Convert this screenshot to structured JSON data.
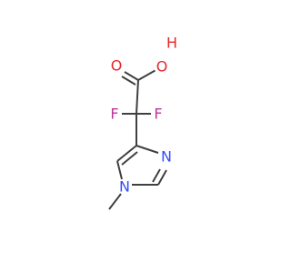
{
  "molecule": {
    "colors": {
      "bond": "#404040",
      "oxygen": "#e8262b",
      "fluorine": "#c0339a",
      "nitrogen": "#3050f8"
    },
    "atoms": {
      "hydroxyl_o": "O",
      "hydroxyl_h": "H",
      "carbonyl_o": "O",
      "fluorine_1": "F",
      "fluorine_2": "F",
      "ring_n3": "N",
      "ring_n1": "N"
    }
  }
}
